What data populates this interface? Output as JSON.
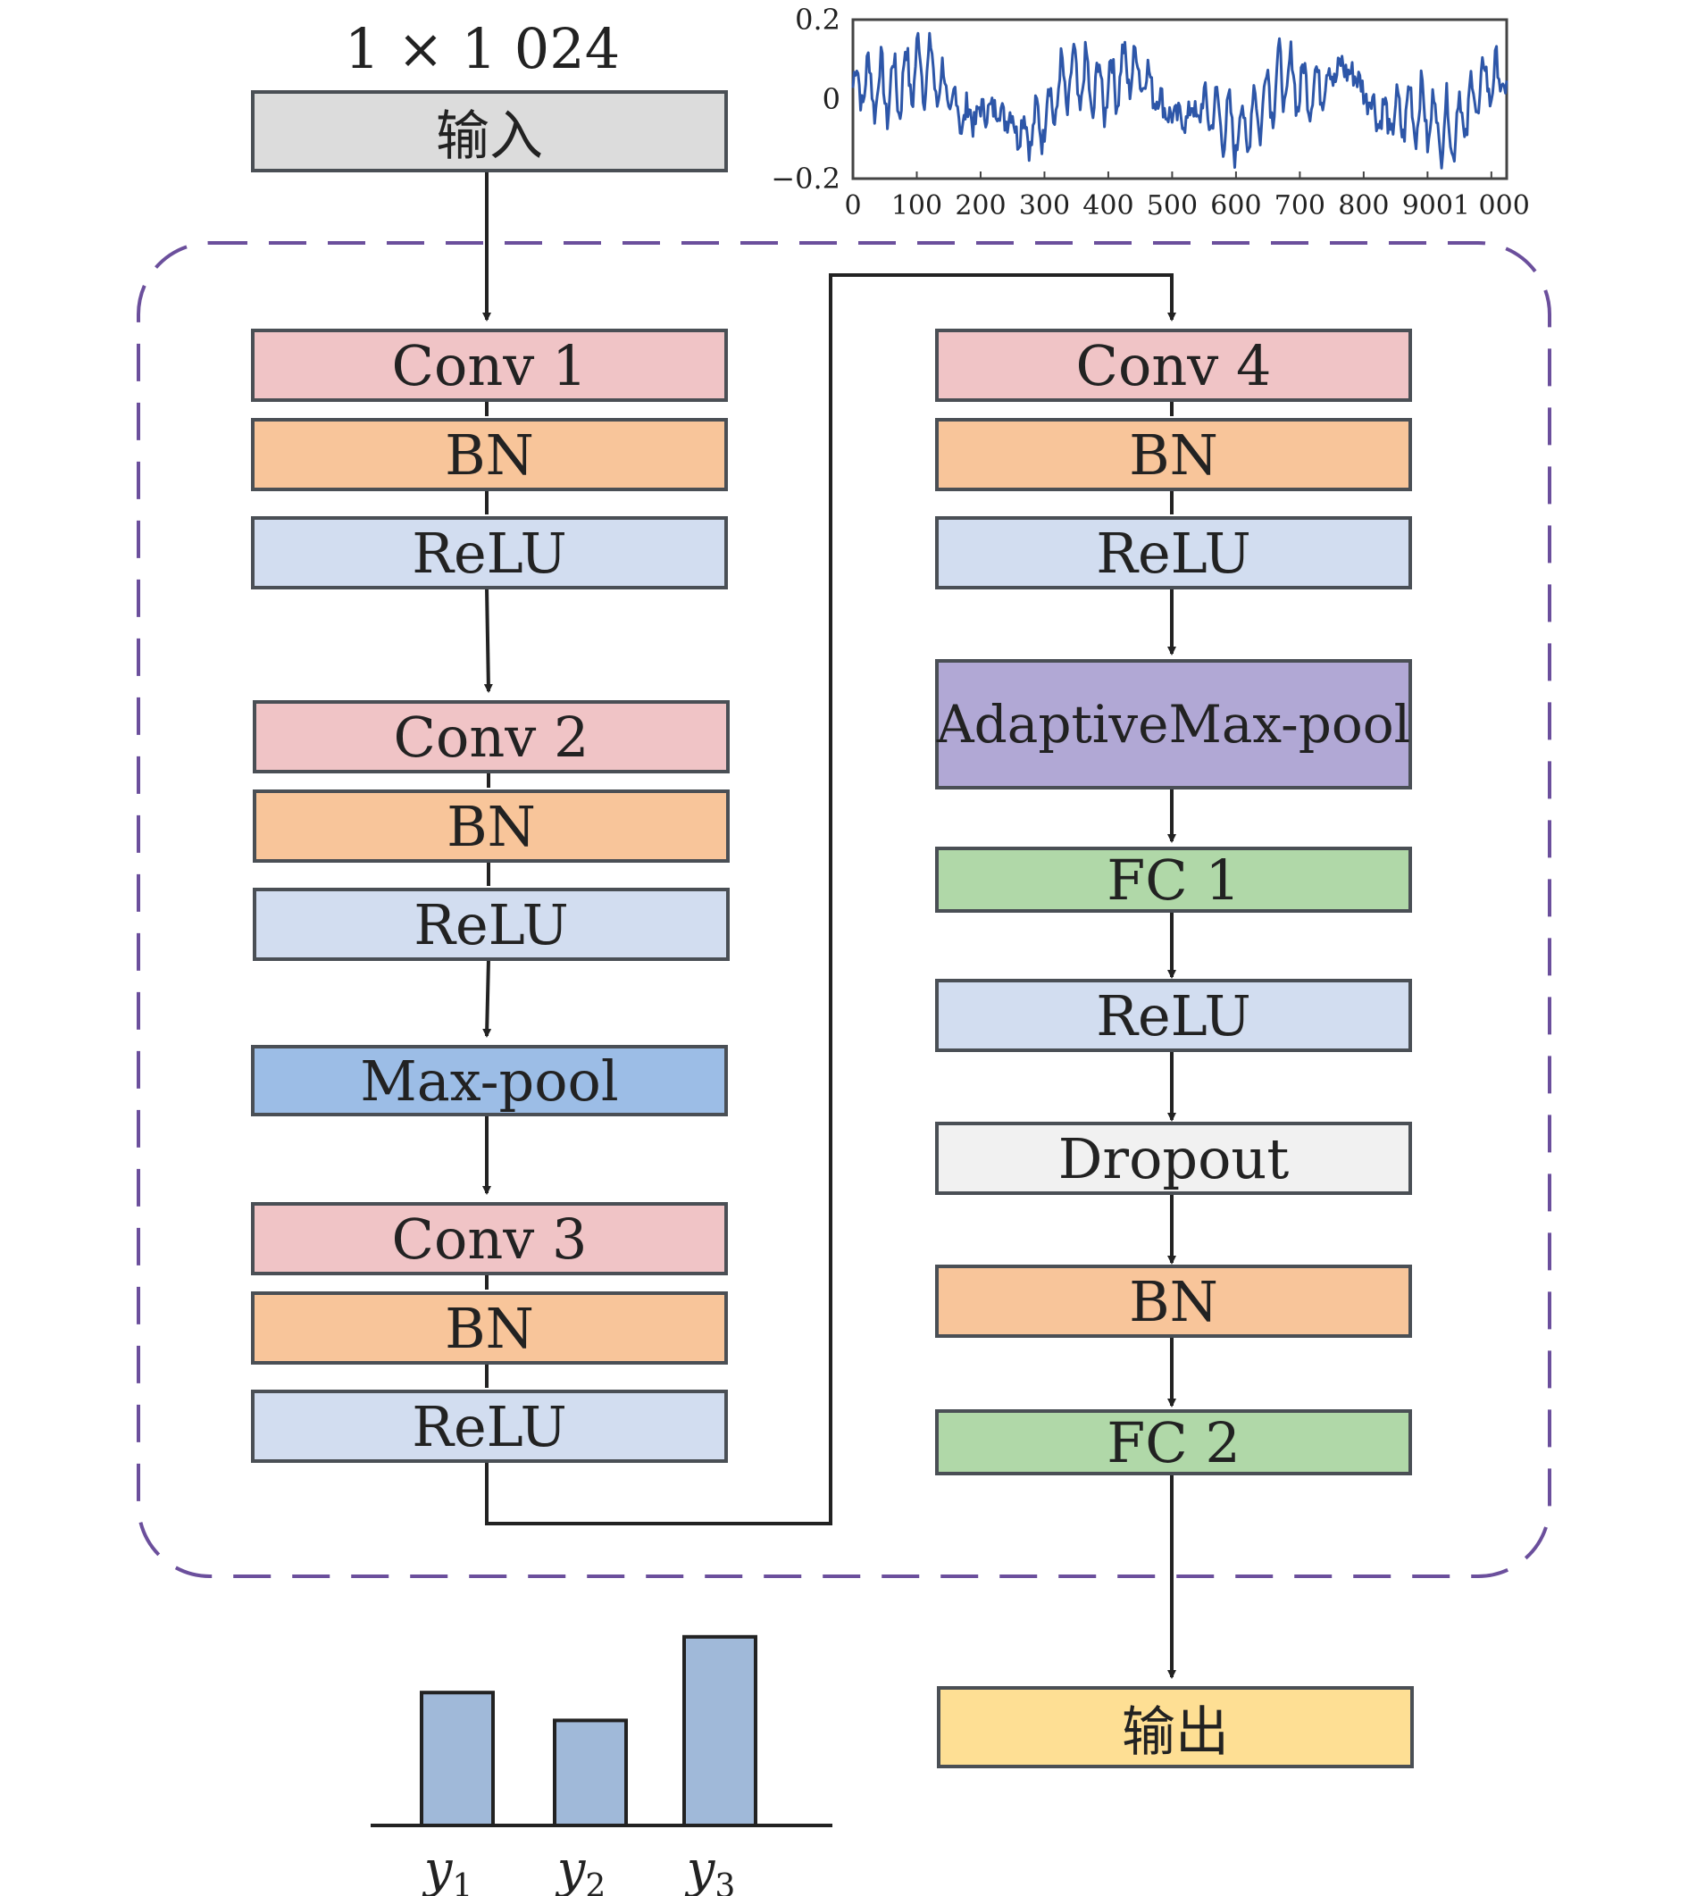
{
  "input": {
    "dim_label": "1 × 1 024",
    "label": "输入"
  },
  "block_left": {
    "conv1": "Conv 1",
    "bn1": "BN",
    "relu1": "ReLU",
    "conv2": "Conv 2",
    "bn2": "BN",
    "relu2": "ReLU",
    "maxpool": "Max-pool",
    "conv3": "Conv 3",
    "bn3": "BN",
    "relu3": "ReLU"
  },
  "block_right": {
    "conv4": "Conv 4",
    "bn4": "BN",
    "relu4": "ReLU",
    "adaptive_pool": "AdaptiveMax-pool",
    "fc1": "FC 1",
    "relu5": "ReLU",
    "dropout": "Dropout",
    "bn5": "BN",
    "fc2": "FC 2"
  },
  "output": {
    "label": "输出"
  },
  "colors": {
    "conv": "#f0c4c6",
    "bn": "#f8c59a",
    "relu": "#d2ddf0",
    "maxpool": "#9cbde6",
    "adaptive_pool": "#b1a8d5",
    "fc": "#b0d8a8",
    "dropout": "#f1f1f1",
    "input": "#dcdcdc",
    "output": "#fedf94",
    "dashed_border": "#6b4f9c",
    "signal": "#2d56a8",
    "bars": "#a0b9d9"
  },
  "signal_plot": {
    "x_ticks": [
      "0",
      "100",
      "200",
      "300",
      "400",
      "500",
      "600",
      "700",
      "800",
      "900",
      "1 000"
    ],
    "y_ticks": [
      "0.2",
      "0",
      "−0.2"
    ],
    "xlim": [
      0,
      1024
    ],
    "ylim": [
      -0.2,
      0.2
    ]
  },
  "output_bars": {
    "labels": [
      "y1",
      "y2",
      "y3"
    ],
    "values": [
      0.62,
      0.49,
      0.88
    ]
  }
}
